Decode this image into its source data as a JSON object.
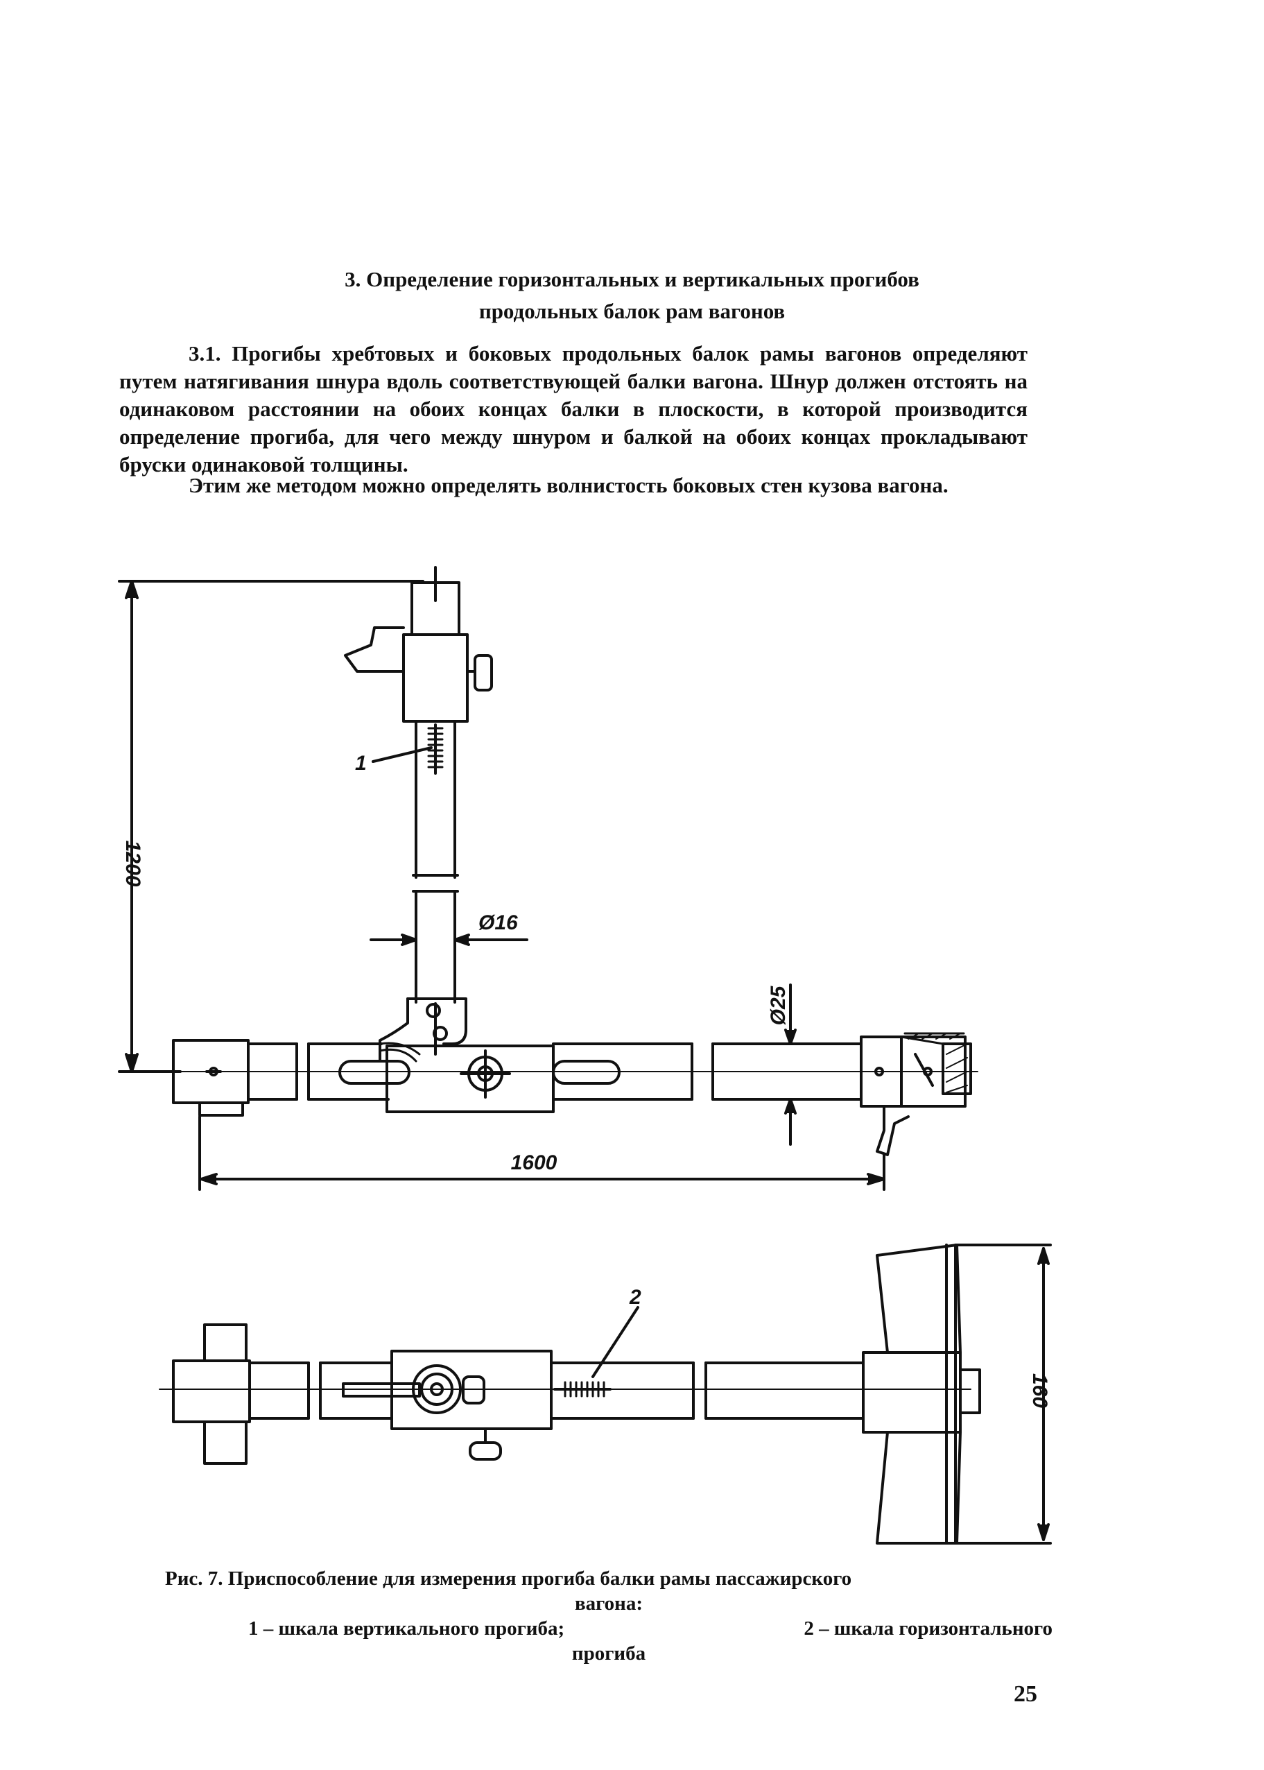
{
  "section": {
    "title_line1": "3. Определение горизонтальных и вертикальных прогибов",
    "title_line2": "продольных балок рам вагонов"
  },
  "paragraphs": {
    "p1": "3.1. Прогибы хребтовых и боковых продольных балок рамы вагонов определяют путем натягивания шнура вдоль соответствующей балки вагона. Шнур должен отстоять на одинаковом расстоянии на обоих концах балки в плоскости, в которой производится определение прогиба, для чего между шнуром и балкой на обоих концах прокладывают бруски одинаковой толщины.",
    "p2": "Этим же методом можно определять волнистость боковых стен кузова вагона."
  },
  "figure": {
    "dim_height": "1200",
    "dim_rod_diameter": "Ø16",
    "dim_tube_diameter": "Ø25",
    "dim_length": "1600",
    "dim_width": "160",
    "label_1": "1",
    "label_2": "2"
  },
  "caption": {
    "line1": "Рис. 7. Приспособление для измерения прогиба балки рамы пассажирского",
    "line2": "вагона:",
    "legend_1": "1 – шкала    вертикального прогиба;",
    "legend_2": "2 – шкала горизонтального",
    "line4": "прогиба"
  },
  "page_number": "25"
}
